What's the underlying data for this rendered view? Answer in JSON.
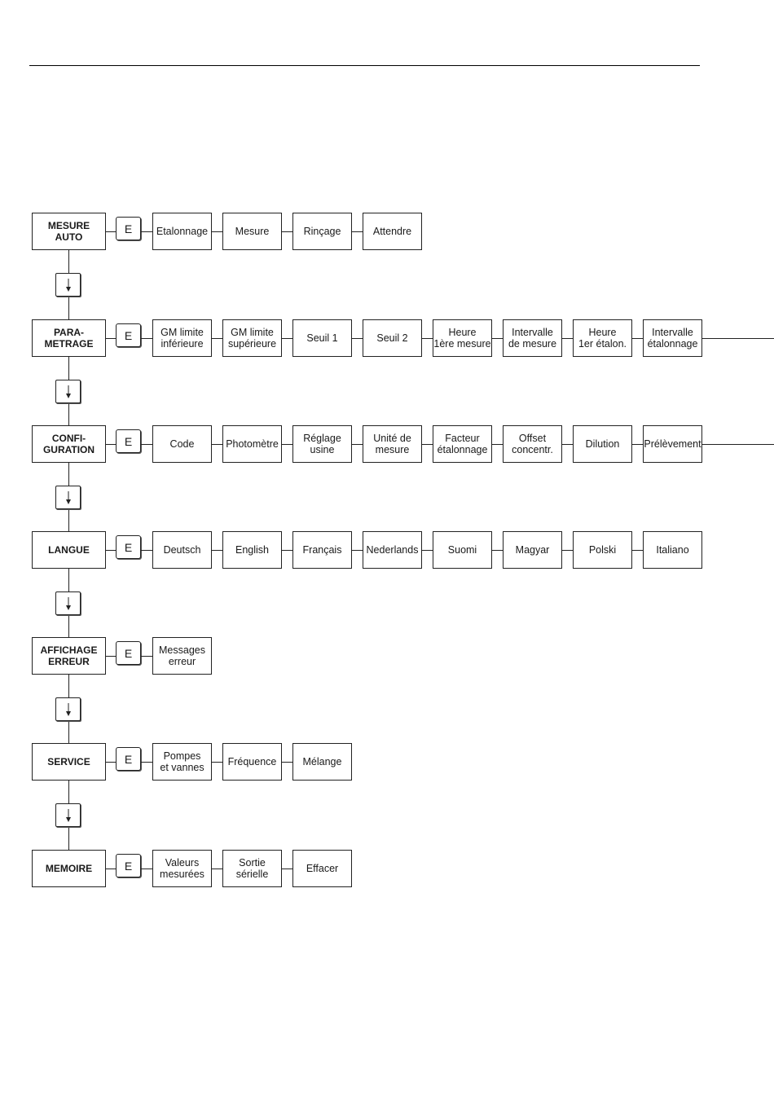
{
  "enter_key": "E",
  "rows": [
    {
      "menu": "MESURE\nAUTO",
      "items": [
        "Etalonnage",
        "Mesure",
        "Rinçage",
        "Attendre"
      ],
      "continues": false
    },
    {
      "menu": "PARA-\nMETRAGE",
      "items": [
        "GM limite\ninférieure",
        "GM limite\nsupérieure",
        "Seuil 1",
        "Seuil 2",
        "Heure\n1ère mesure",
        "Intervalle\nde mesure",
        "Heure\n1er étalon.",
        "Intervalle\nétalonnage"
      ],
      "continues": true
    },
    {
      "menu": "CONFI-\nGURATION",
      "items": [
        "Code",
        "Photomètre",
        "Réglage\nusine",
        "Unité de\nmesure",
        "Facteur\nétalonnage",
        "Offset\nconcentr.",
        "Dilution",
        "Prélèvement"
      ],
      "continues": true
    },
    {
      "menu": "LANGUE",
      "items": [
        "Deutsch",
        "English",
        "Français",
        "Nederlands",
        "Suomi",
        "Magyar",
        "Polski",
        "Italiano"
      ],
      "continues": false
    },
    {
      "menu": "AFFICHAGE\nERREUR",
      "items": [
        "Messages\nerreur"
      ],
      "continues": false
    },
    {
      "menu": "SERVICE",
      "items": [
        "Pompes\net vannes",
        "Fréquence",
        "Mélange"
      ],
      "continues": false
    },
    {
      "menu": "MEMOIRE",
      "items": [
        "Valeurs\nmesurées",
        "Sortie\nsérielle",
        "Effacer"
      ],
      "continues": false
    }
  ]
}
